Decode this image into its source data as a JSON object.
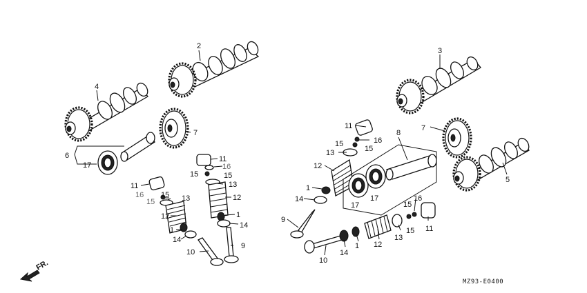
{
  "callouts": {
    "c1_top_r": "1",
    "c1_mid_l": "1",
    "c1_mid_m": "1",
    "c1_bot_r": "1",
    "c2": "2",
    "c3": "3",
    "c4": "4",
    "c5": "5",
    "c6": "6",
    "c7_left": "7",
    "c7_right": "7",
    "c8": "8",
    "c9_mid": "9",
    "c9_right": "9",
    "c10_mid": "10",
    "c10_right": "10",
    "c11_l": "11",
    "c11_m": "11",
    "c11_r": "11",
    "c11_br": "11",
    "c12_l": "12",
    "c12_m": "12",
    "c12_r": "12",
    "c12_br": "12",
    "c13_l": "13",
    "c13_m": "13",
    "c13_r": "13",
    "c13_br": "13",
    "c14_l": "14",
    "c14_m": "14",
    "c14_r": "14",
    "c14_br": "14",
    "c15_l": "15",
    "c15_l2": "15",
    "c15_m1": "15",
    "c15_m2": "15",
    "c15_r1": "15",
    "c15_r2": "15",
    "c15_br1": "15",
    "c15_br2": "15",
    "c16_l": "16",
    "c16_m": "16",
    "c16_r": "16",
    "c16_br": "16",
    "c17_l": "17",
    "c17_r1": "17",
    "c17_r2": "17"
  },
  "diagram_code": "MZ93-E0400",
  "direction_label": "FR.",
  "colors": {
    "line": "#111111",
    "background": "#ffffff",
    "gray_label": "#666666"
  }
}
